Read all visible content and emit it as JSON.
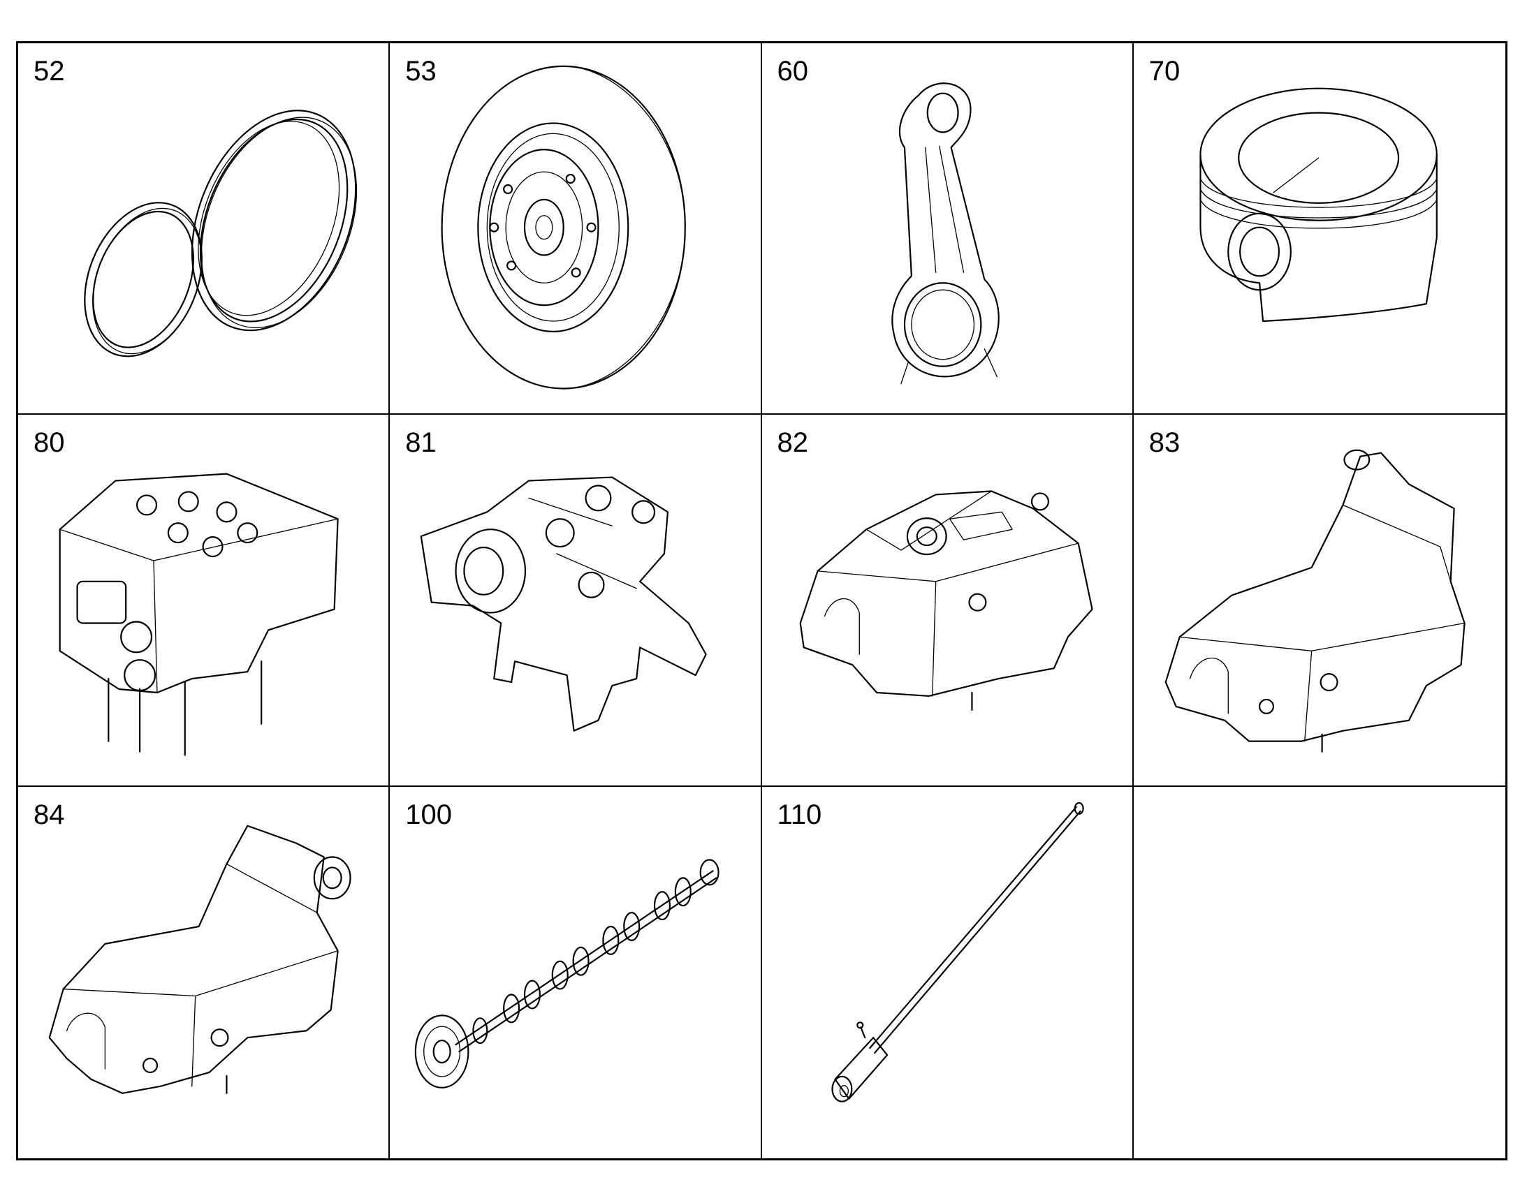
{
  "cells": [
    {
      "number": "52",
      "illustration": "seal-rings-illustration"
    },
    {
      "number": "53",
      "illustration": "vibration-damper-illustration"
    },
    {
      "number": "60",
      "illustration": "connecting-rod-illustration"
    },
    {
      "number": "70",
      "illustration": "piston-illustration"
    },
    {
      "number": "80",
      "illustration": "cylinder-head-illustration"
    },
    {
      "number": "81",
      "illustration": "rocker-arm-assembly-illustration"
    },
    {
      "number": "82",
      "illustration": "valve-cover-illustration"
    },
    {
      "number": "83",
      "illustration": "valve-cover-with-breather-illustration"
    },
    {
      "number": "84",
      "illustration": "valve-cover-with-breather-illustration"
    },
    {
      "number": "100",
      "illustration": "camshaft-illustration"
    },
    {
      "number": "110",
      "illustration": "push-rod-illustration"
    },
    {
      "number": "",
      "illustration": ""
    }
  ]
}
